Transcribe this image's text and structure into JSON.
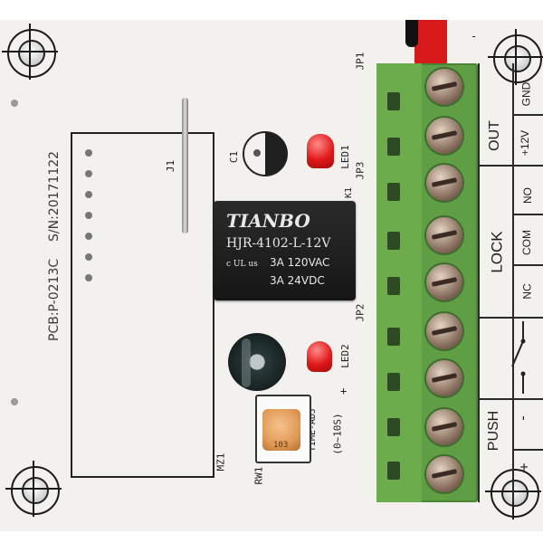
{
  "board": {
    "pcb_code": "PCB:P-0213C",
    "serial": "S/N:20171122",
    "silkscreen": {
      "j1": "J1",
      "c1": "C1",
      "led1": "LED1",
      "led2": "LED2",
      "jp1": "JP1",
      "jp2": "JP2",
      "jp3": "JP3",
      "k1": "K1",
      "mz1": "MZ1",
      "rw1": "RW1",
      "time_adj": "TIME-ADJ",
      "time_range": "(0~10S)",
      "plus": "+",
      "minus": "-"
    }
  },
  "relay": {
    "brand": "TIANBO",
    "model": "HJR-4102-L-12V",
    "rating_ac": "3A 120VAC",
    "rating_dc": "3A  24VDC",
    "cert": "c UL us"
  },
  "potentiometer": {
    "marking": "103"
  },
  "terminal_labels": {
    "out": "OUT",
    "gnd": "GND",
    "plus12v": "+12V",
    "lock": "LOCK",
    "no": "NO",
    "com": "COM",
    "nc": "NC",
    "push": "PUSH",
    "push_plus": "+",
    "push_minus": "-"
  },
  "colors": {
    "terminal_green": "#5f9e44",
    "led_red": "#e01818",
    "relay_black": "#1a1a1a",
    "board_white": "#f3f1ee",
    "pot_orange": "#e09a55"
  }
}
